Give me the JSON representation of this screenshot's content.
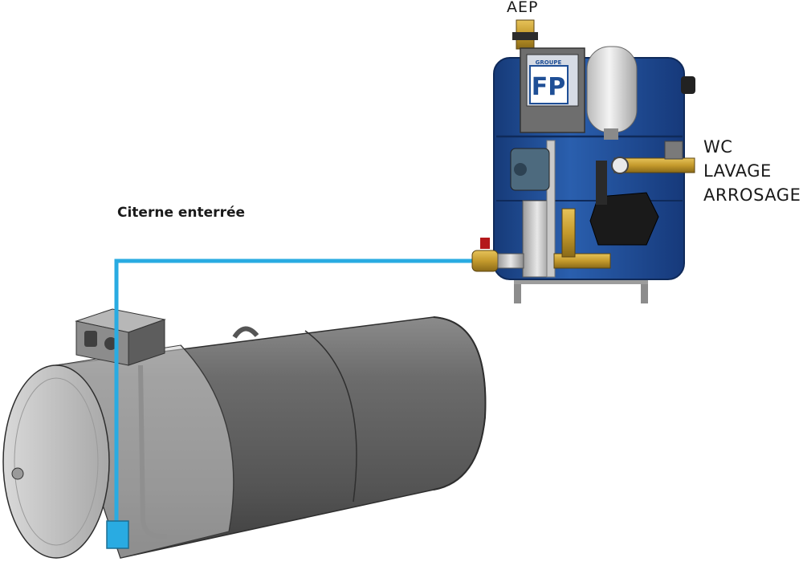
{
  "labels": {
    "aep": "AEP",
    "wc": "WC",
    "lavage": "LAVAGE",
    "arrosage": "ARROSAGE",
    "citerne": "Citerne enterrée"
  },
  "station": {
    "logo_small": "GROUPE",
    "logo_big": "FP"
  },
  "colors": {
    "water_line": "#29abe2",
    "tank_blue": "#1f4f96",
    "tank_grey": "#6d6d6d",
    "brass": "#c8a23a"
  }
}
